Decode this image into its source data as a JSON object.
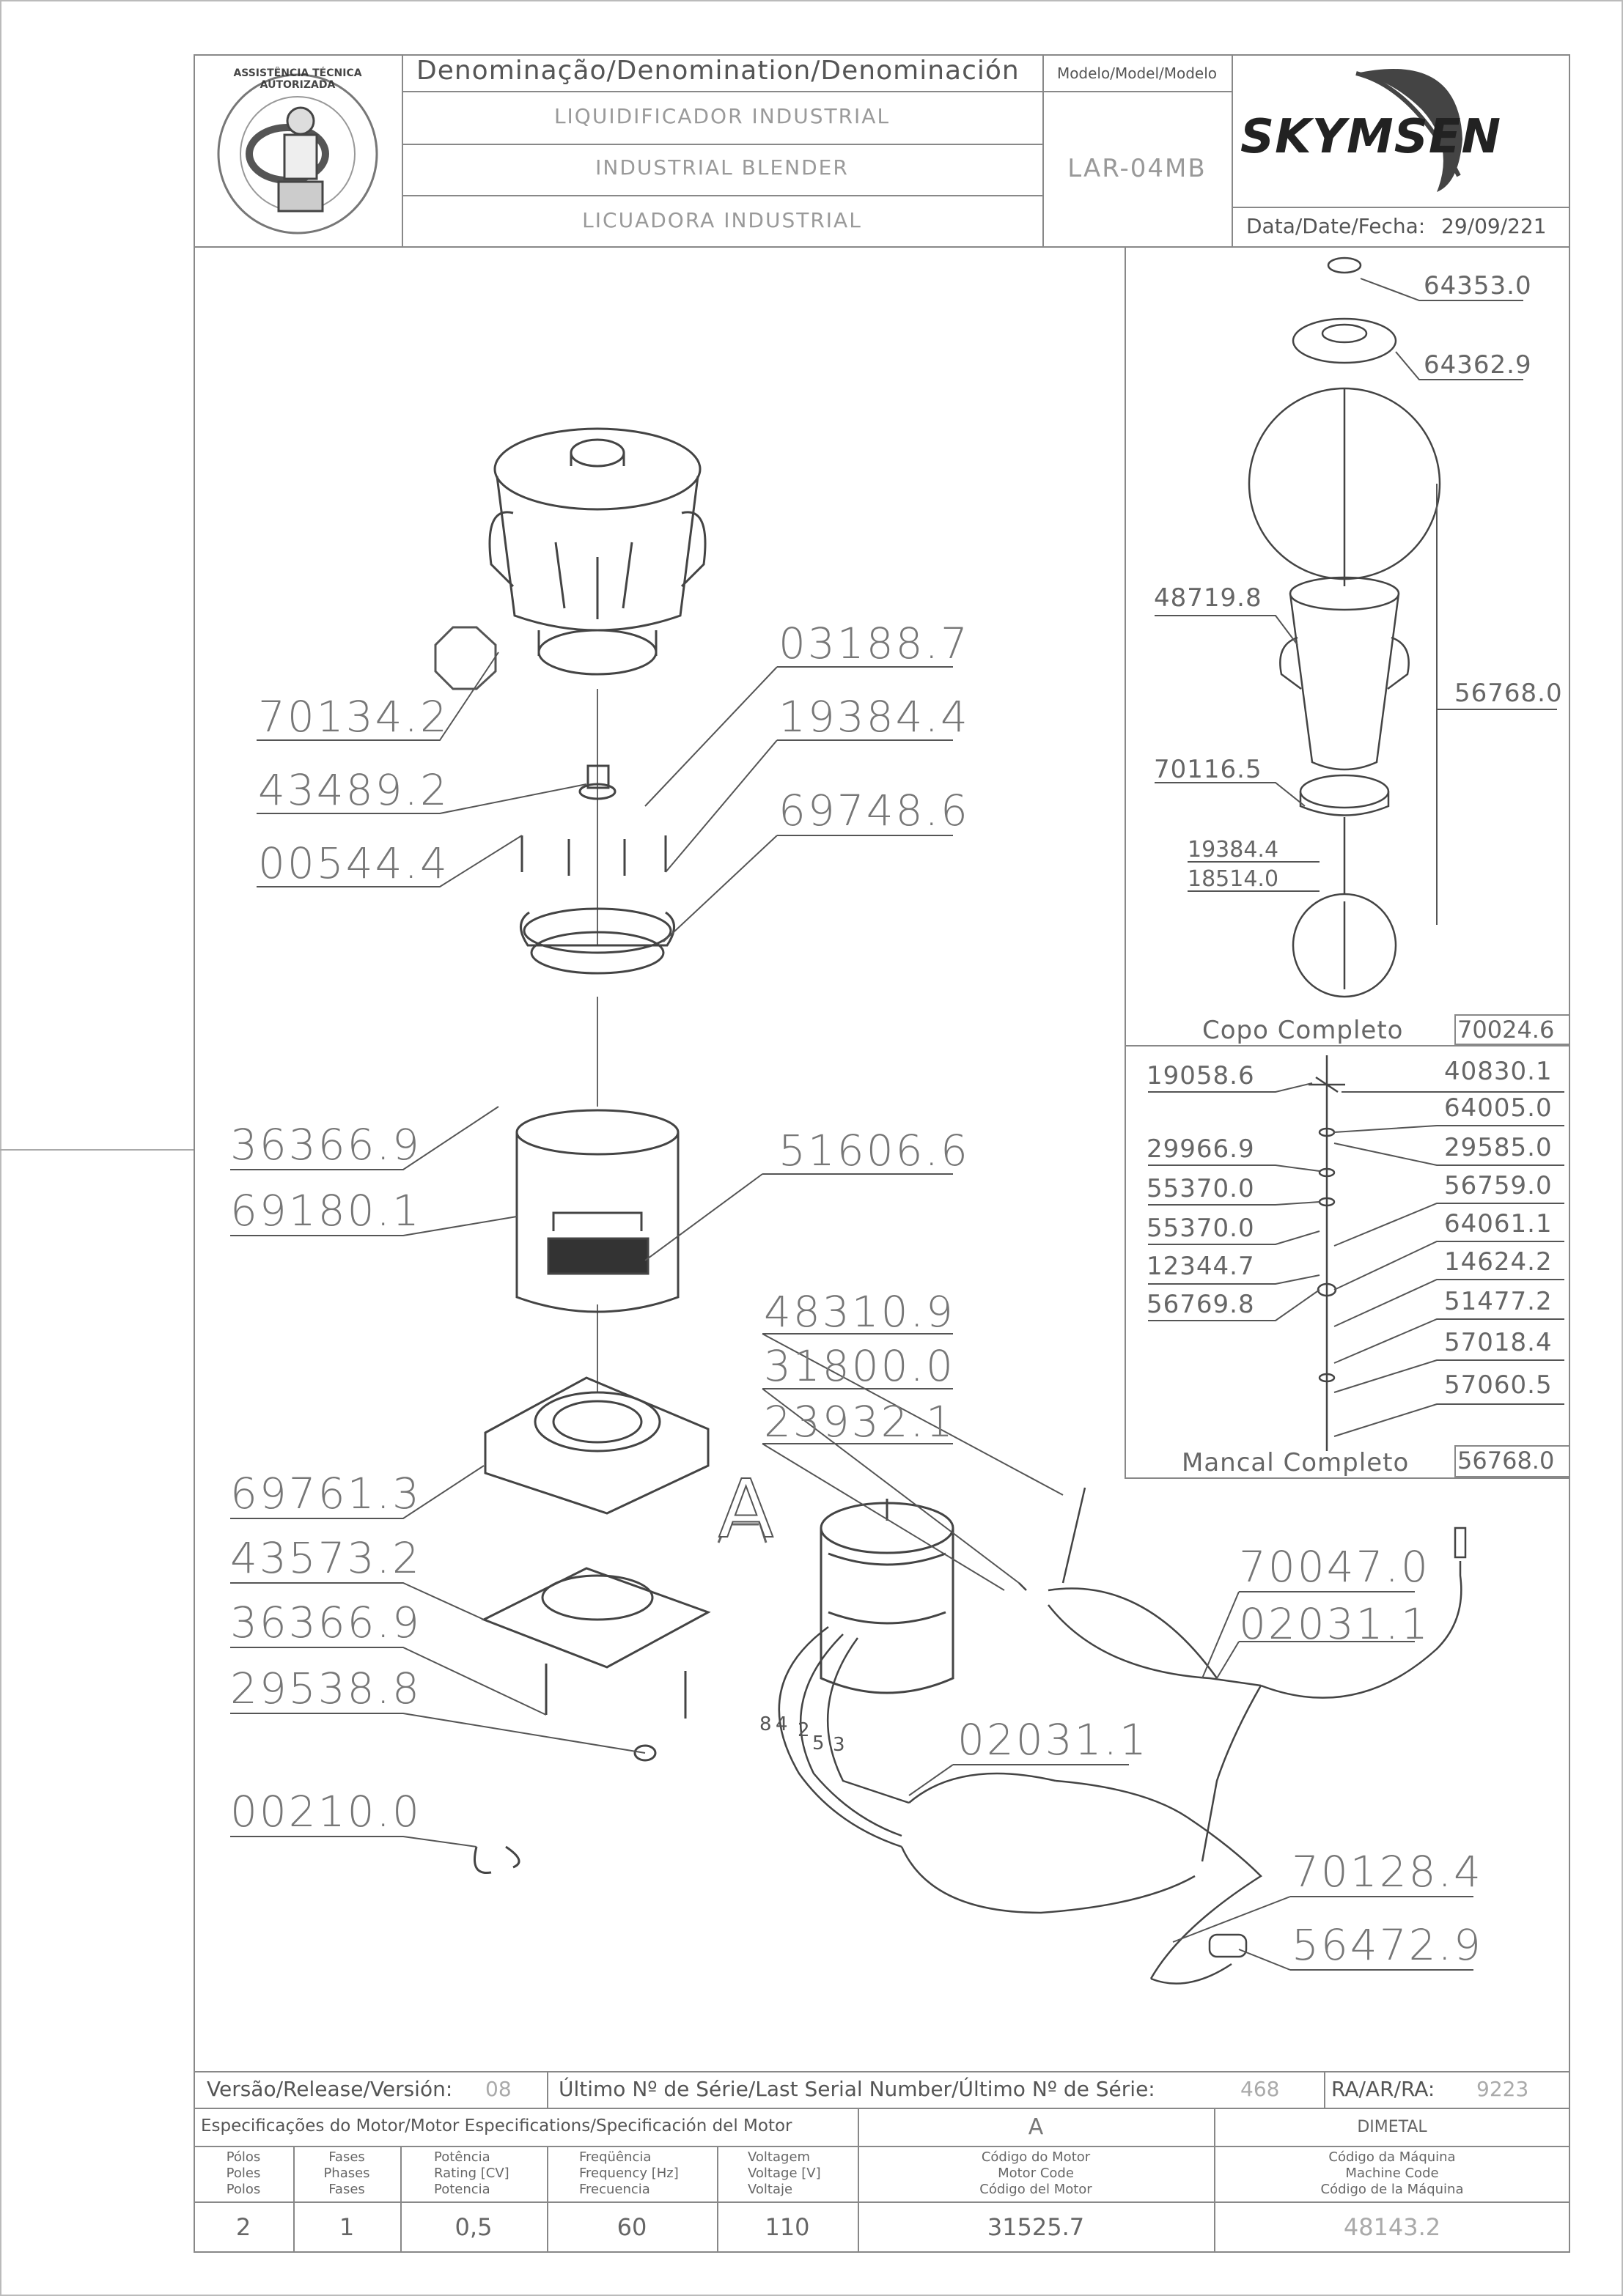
{
  "header": {
    "denomination_label": "Denominação/Denomination/Denominación",
    "name_pt": "LIQUIDIFICADOR  INDUSTRIAL",
    "name_en": "INDUSTRIAL  BLENDER",
    "name_es": "LICUADORA  INDUSTRIAL",
    "model_label": "Modelo/Model/Modelo",
    "model_value": "LAR-04MB",
    "brand": "SKYMSEN",
    "date_label": "Data/Date/Fecha:",
    "date_value": "29/09/221",
    "seal_text": "ASSISTÊNCIA TÉCNICA AUTORIZADA"
  },
  "main_parts": [
    {
      "code": "70134.2"
    },
    {
      "code": "43489.2"
    },
    {
      "code": "00544.4"
    },
    {
      "code": "03188.7"
    },
    {
      "code": "19384.4"
    },
    {
      "code": "69748.6"
    },
    {
      "code": "36366.9"
    },
    {
      "code": "69180.1"
    },
    {
      "code": "51606.6"
    },
    {
      "code": "48310.9"
    },
    {
      "code": "31800.0"
    },
    {
      "code": "23932.1"
    },
    {
      "code": "69761.3"
    },
    {
      "code": "43573.2"
    },
    {
      "code": "36366.9"
    },
    {
      "code": "29538.8"
    },
    {
      "code": "00210.0"
    },
    {
      "code": "70047.0"
    },
    {
      "code": "02031.1"
    },
    {
      "code": "02031.1"
    },
    {
      "code": "70128.4"
    },
    {
      "code": "56472.9"
    }
  ],
  "marker_a": "A",
  "wire_numbers": [
    "8",
    "4",
    "2",
    "5",
    "3"
  ],
  "cup_detail": {
    "parts": [
      {
        "code": "64353.0"
      },
      {
        "code": "64362.9"
      },
      {
        "code": "48719.8"
      },
      {
        "code": "56768.0"
      },
      {
        "code": "70116.5"
      },
      {
        "code": "19384.4"
      },
      {
        "code": "18514.0"
      }
    ],
    "title": "Copo  Completo",
    "title_code": "70024.6"
  },
  "bearing_detail": {
    "parts": [
      {
        "code": "19058.6"
      },
      {
        "code": "40830.1"
      },
      {
        "code": "64005.0"
      },
      {
        "code": "29966.9"
      },
      {
        "code": "29585.0"
      },
      {
        "code": "55370.0"
      },
      {
        "code": "56759.0"
      },
      {
        "code": "55370.0"
      },
      {
        "code": "64061.1"
      },
      {
        "code": "12344.7"
      },
      {
        "code": "14624.2"
      },
      {
        "code": "56769.8"
      },
      {
        "code": "51477.2"
      },
      {
        "code": "57018.4"
      },
      {
        "code": "57060.5"
      }
    ],
    "title": "Mancal  Completo",
    "title_code": "56768.0"
  },
  "footer": {
    "version_label": "Versão/Release/Versión:",
    "version_value": "08",
    "serial_label": "Último  Nº  de  Série/Last  Serial  Number/Último  Nº  de  Série:",
    "serial_value": "468",
    "ra_label": "RA/AR/RA:",
    "ra_value": "9223",
    "motor_spec_label": "Especificações do Motor/Motor Especifications/Specificación del Motor",
    "motor_letter": "A",
    "maker": "DIMETAL",
    "columns": [
      {
        "l1": "Pólos",
        "l2": "Poles",
        "l3": "Polos",
        "value": "2"
      },
      {
        "l1": "Fases",
        "l2": "Phases",
        "l3": "Fases",
        "value": "1"
      },
      {
        "l1": "Potência",
        "l2": "Rating [CV]",
        "l3": "Potencia",
        "value": "0,5"
      },
      {
        "l1": "Freqüência",
        "l2": "Frequency [Hz]",
        "l3": "Frecuencia",
        "value": "60"
      },
      {
        "l1": "Voltagem",
        "l2": "Voltage [V]",
        "l3": "Voltaje",
        "value": "110"
      },
      {
        "l1": "Código do Motor",
        "l2": "Motor Code",
        "l3": "Código del Motor",
        "value": "31525.7"
      },
      {
        "l1": "Código da Máquina",
        "l2": "Machine Code",
        "l3": "Código de la Máquina",
        "value": "48143.2"
      }
    ]
  },
  "colors": {
    "line": "#888888",
    "text": "#666666",
    "faded": "#9a9a9a"
  }
}
